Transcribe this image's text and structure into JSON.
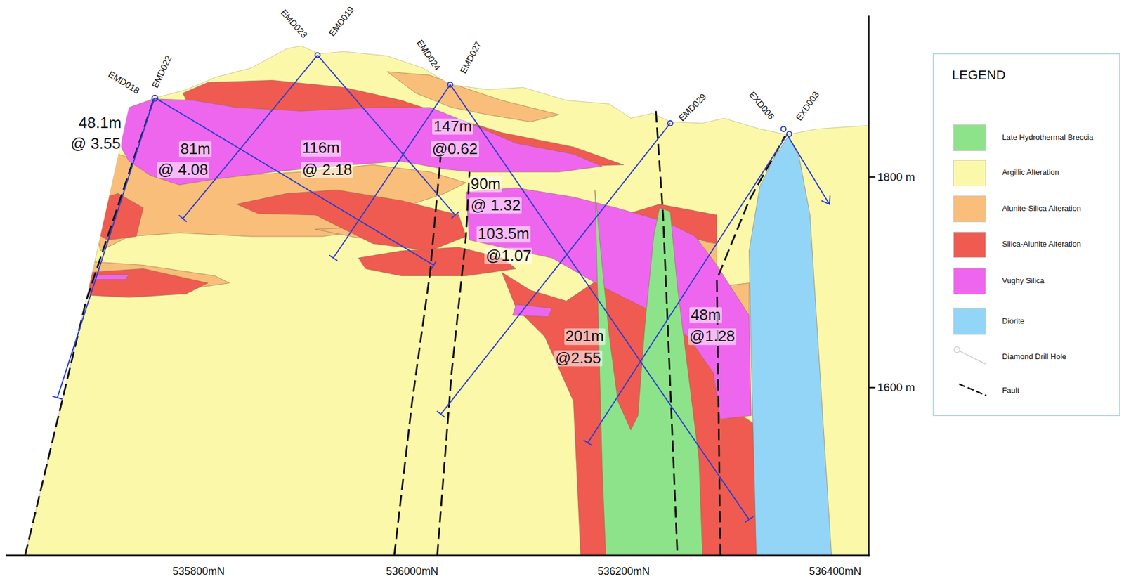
{
  "diagram": {
    "labels": [
      "EMD018",
      "EMD022",
      "EMD023",
      "EMD019",
      "EMD024",
      "EMD027",
      "EMD029",
      "EXD006",
      "EXD003",
      "48.1m",
      "@ 3.55",
      "81m",
      "@ 4.08",
      "116m",
      "@ 2.18",
      "147m",
      "@0.62",
      "90m",
      "@ 1.32",
      "103.5m",
      "@1.07",
      "201m",
      "@2.55",
      "48m",
      "@1.28",
      "1800 m",
      "1600 m",
      "535800mN",
      "536000mN",
      "536200mN",
      "536400mN",
      "LEGEND"
    ],
    "legend": [
      {
        "text": "Late Hydrothermal Breccia",
        "color": "#8de38a"
      },
      {
        "text": "Argillic Alteration",
        "color": "#fbf8aa"
      },
      {
        "text": "Alunite-Silica Alteration",
        "color": "#f8be7a"
      },
      {
        "text": "Silica-Alunite Alteration",
        "color": "#ef5b50"
      },
      {
        "text": "Vughy Silica",
        "color": "#ee66ee"
      },
      {
        "text": "Diorite",
        "color": "#93d5f7"
      },
      {
        "text": "Diamond Drill Hole"
      },
      {
        "text": "Fault"
      }
    ]
  }
}
